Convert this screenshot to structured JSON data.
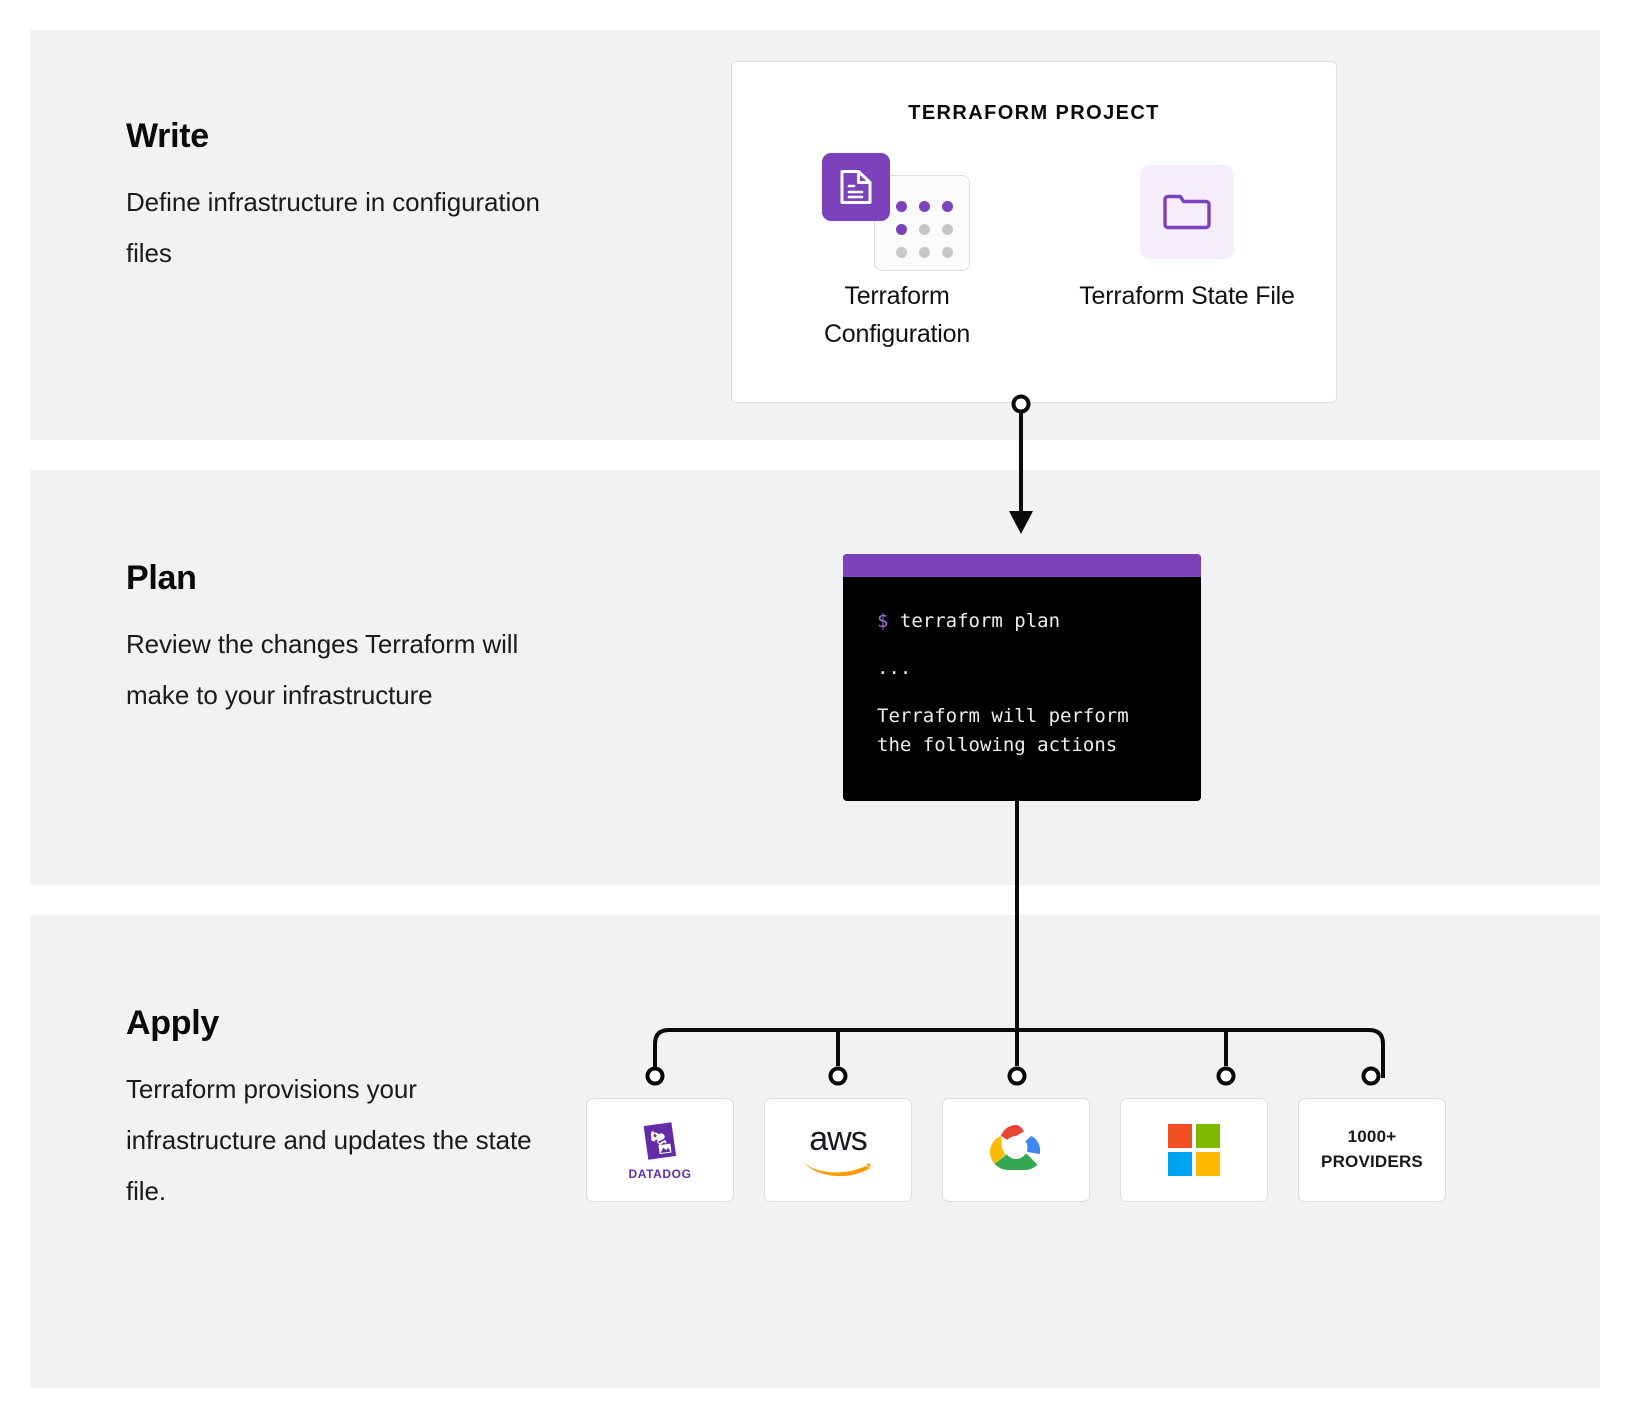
{
  "theme": {
    "band_bg": "#f1f2f3",
    "page_bg": "#ffffff",
    "brand_purple": "#7b42bc",
    "prompt_purple": "#a06ee1",
    "state_tile_bg": "#f6edfd",
    "dot_purple": "#7b42bc",
    "dot_gray": "#c5c7ca",
    "terminal_bg": "#000000",
    "text_dark": "#0a0a0a"
  },
  "steps": [
    {
      "title": "Write",
      "desc": "Define infrastructure in configuration files"
    },
    {
      "title": "Plan",
      "desc": "Review the changes Terraform will make to your infrastructure"
    },
    {
      "title": "Apply",
      "desc": "Terraform provisions your infrastructure and updates the state file."
    }
  ],
  "project_card": {
    "title": "TERRAFORM PROJECT",
    "assets": [
      {
        "label": "Terraform Configuration",
        "icon": "document-grid-icon"
      },
      {
        "label": "Terraform State File",
        "icon": "folder-icon"
      }
    ]
  },
  "terminal": {
    "prompt": "$",
    "command": " terraform plan",
    "ellipsis": "...",
    "output_line1": "Terraform will perform",
    "output_line2": "the following actions"
  },
  "providers": [
    {
      "name": "Datadog",
      "icon": "datadog-logo",
      "wordmark": "DATADOG"
    },
    {
      "name": "AWS",
      "icon": "aws-logo",
      "wordmark": "aws"
    },
    {
      "name": "Google Cloud",
      "icon": "google-cloud-logo",
      "wordmark": ""
    },
    {
      "name": "Microsoft",
      "icon": "microsoft-logo",
      "wordmark": ""
    },
    {
      "name": "More",
      "icon": "text-only",
      "wordmark": "1000+\nPROVIDERS"
    }
  ],
  "providers_more": {
    "line1": "1000+",
    "line2": "PROVIDERS"
  }
}
